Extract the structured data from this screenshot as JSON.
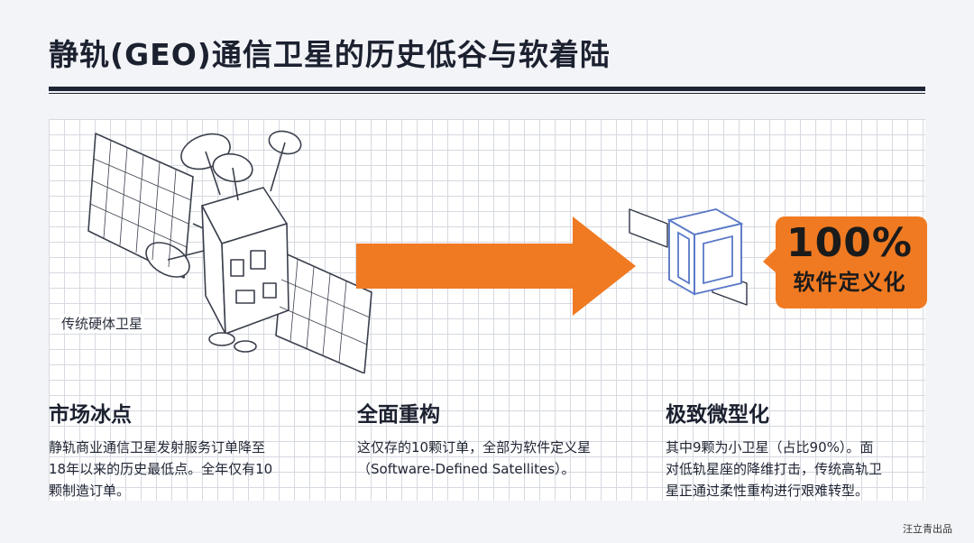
{
  "header": {
    "title": "静轨(GEO)通信卫星的历史低谷与软着陆"
  },
  "illustration": {
    "left_label": "传统硬体卫星",
    "callout_percent": "100%",
    "callout_text": "软件定义化",
    "accent_color": "#f07a22",
    "icons": [
      "traditional-satellite-icon",
      "right-arrow-icon",
      "small-cube-satellite-icon"
    ]
  },
  "columns": [
    {
      "heading": "市场冰点",
      "lines": [
        "静轨商业通信卫星发射服务订单降至",
        "18年以来的历史最低点。全年仅有10",
        "颗制造订单。"
      ]
    },
    {
      "heading": "全面重构",
      "lines": [
        "这仅存的10颗订单，全部为软件定义星",
        "（Software-Defined Satellites）。"
      ]
    },
    {
      "heading": "极致微型化",
      "lines": [
        "其中9颗为小卫星（占比90%）。面",
        "对低轨星座的降维打击，传统高轨卫",
        "星正通过柔性重构进行艰难转型。"
      ]
    }
  ],
  "footer": {
    "credit": "汪立青出品"
  }
}
